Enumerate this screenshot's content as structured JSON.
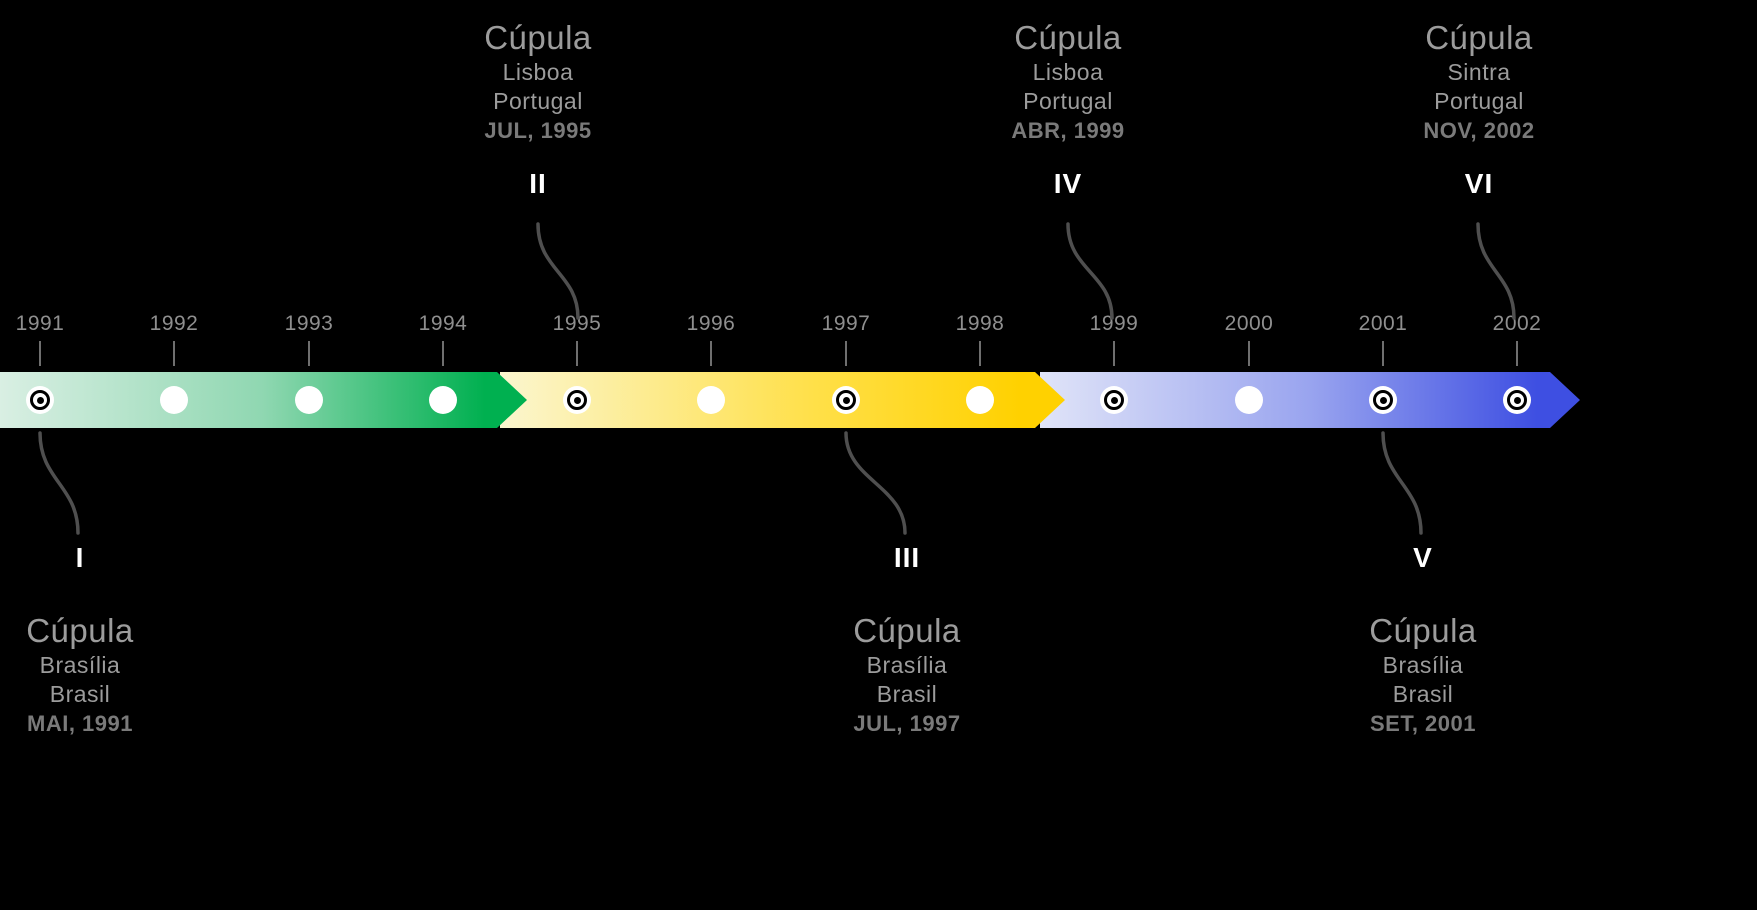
{
  "title": "Timeline of CPLP summits 1991-2002",
  "colors": {
    "background": "#000000",
    "segment_green_start": "#d9efe3",
    "segment_green_end": "#00b050",
    "segment_yellow_start": "#fbf6cf",
    "segment_yellow_end": "#ffd100",
    "segment_blue_start": "#e0e4f8",
    "segment_blue_end": "#3e4fe2",
    "connector": "#4f4f4f",
    "year_text": "#8f8f8f",
    "label_text": "#9c9c9c",
    "date_text": "#7a7a7a",
    "numeral_text": "#ffffff"
  },
  "years": [
    "1991",
    "1992",
    "1993",
    "1994",
    "1995",
    "1996",
    "1997",
    "1998",
    "1999",
    "2000",
    "2001",
    "2002"
  ],
  "marked_years": [
    "1991",
    "1995",
    "1997",
    "1999",
    "2001",
    "2002"
  ],
  "summits": [
    {
      "numeral": "I",
      "title": "Cúpula",
      "city": "Brasília",
      "country": "Brasil",
      "date": "MAI, 1991",
      "year": "1991",
      "label_position": "below"
    },
    {
      "numeral": "II",
      "title": "Cúpula",
      "city": "Lisboa",
      "country": "Portugal",
      "date": "JUL, 1995",
      "year": "1995",
      "label_position": "above"
    },
    {
      "numeral": "III",
      "title": "Cúpula",
      "city": "Brasília",
      "country": "Brasil",
      "date": "JUL, 1997",
      "year": "1997",
      "label_position": "below"
    },
    {
      "numeral": "IV",
      "title": "Cúpula",
      "city": "Lisboa",
      "country": "Portugal",
      "date": "ABR, 1999",
      "year": "1999",
      "label_position": "above"
    },
    {
      "numeral": "V",
      "title": "Cúpula",
      "city": "Brasília",
      "country": "Brasil",
      "date": "SET, 2001",
      "year": "2001",
      "label_position": "below"
    },
    {
      "numeral": "VI",
      "title": "Cúpula",
      "city": "Sintra",
      "country": "Portugal",
      "date": "NOV, 2002",
      "year": "2002",
      "label_position": "above"
    }
  ]
}
